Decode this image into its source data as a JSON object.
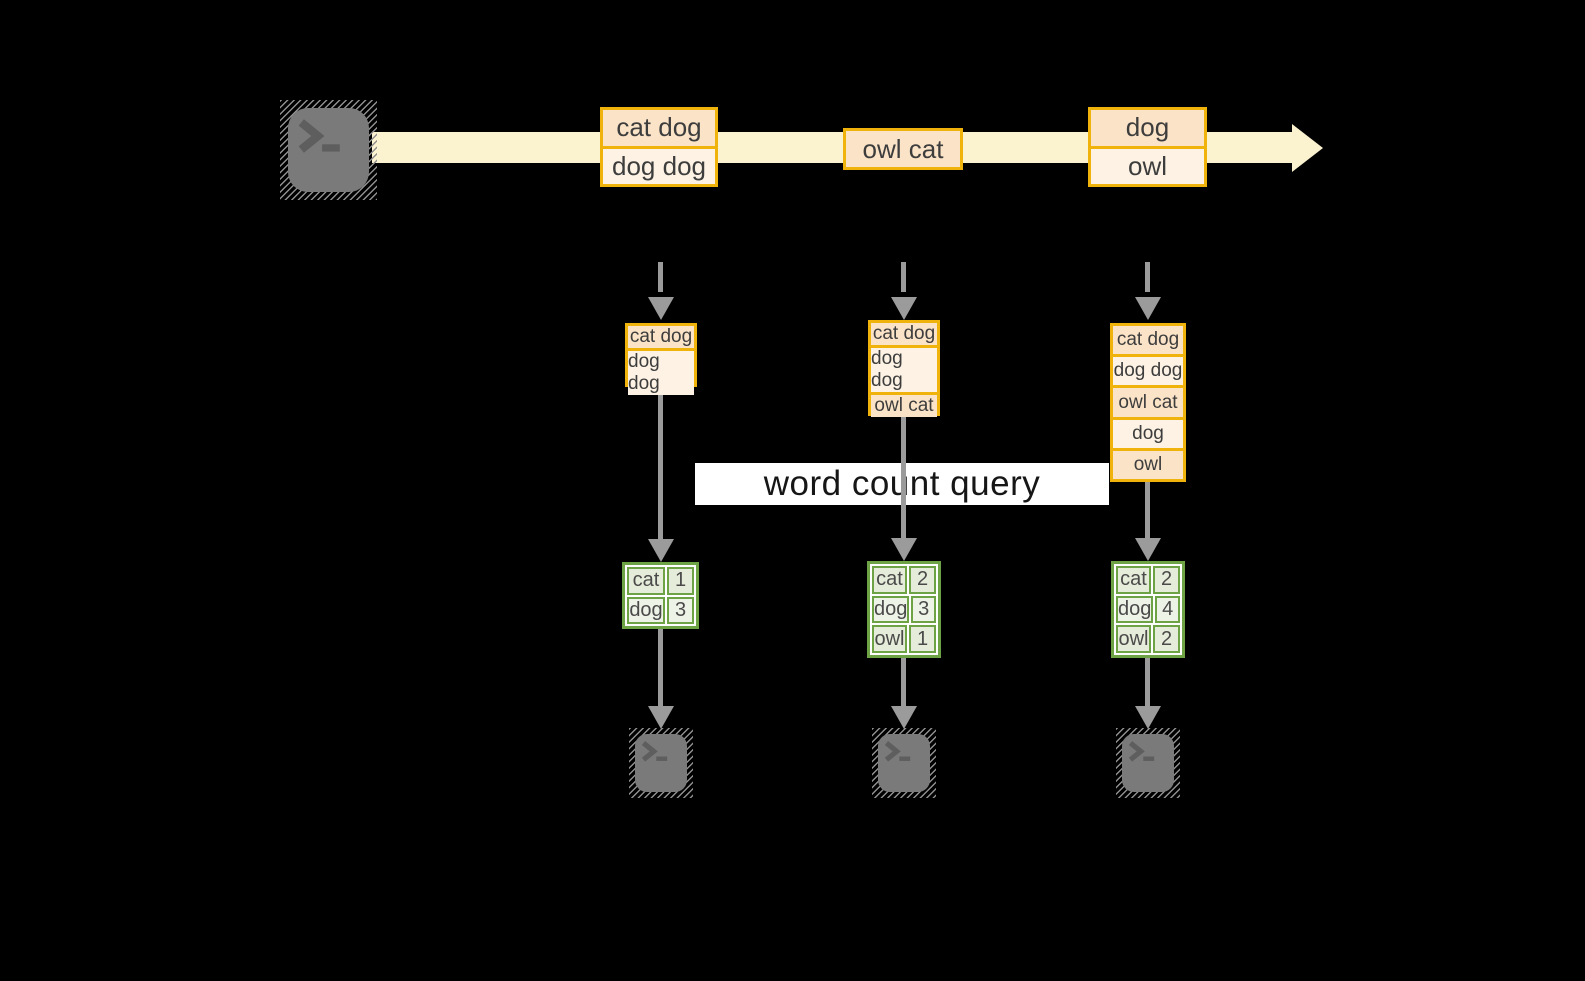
{
  "banner": {
    "label": "word count query"
  },
  "icons": {
    "source_terminal": "terminal-icon",
    "consumer_terminal": "terminal-icon",
    "stream_arrow": "right-arrow-icon",
    "flow_arrow": "down-arrow-icon"
  },
  "colors": {
    "background": "#000000",
    "stream_band": "#fbf2cf",
    "event_border": "#f0b30c",
    "record_fill_dark": "#fbe3c7",
    "record_fill_light": "#fdf2e3",
    "table_border": "#6da344",
    "table_fill_dark": "#e5ecd9",
    "table_fill_light": "#eef3e8",
    "connector_gray": "#9b9b9b",
    "terminal_gray": "#7a7a7a"
  },
  "stream": {
    "events": [
      {
        "records": [
          "cat dog",
          "dog dog"
        ]
      },
      {
        "records": [
          "owl cat"
        ]
      },
      {
        "records": [
          "dog",
          "owl"
        ]
      }
    ]
  },
  "columns": [
    {
      "buffer": [
        "cat dog",
        "dog dog"
      ],
      "counts": [
        [
          "cat",
          "1"
        ],
        [
          "dog",
          "3"
        ]
      ]
    },
    {
      "buffer": [
        "cat dog",
        "dog dog",
        "owl cat"
      ],
      "counts": [
        [
          "cat",
          "2"
        ],
        [
          "dog",
          "3"
        ],
        [
          "owl",
          "1"
        ]
      ]
    },
    {
      "buffer": [
        "cat dog",
        "dog dog",
        "owl cat",
        "dog",
        "owl"
      ],
      "counts": [
        [
          "cat",
          "2"
        ],
        [
          "dog",
          "4"
        ],
        [
          "owl",
          "2"
        ]
      ]
    }
  ]
}
